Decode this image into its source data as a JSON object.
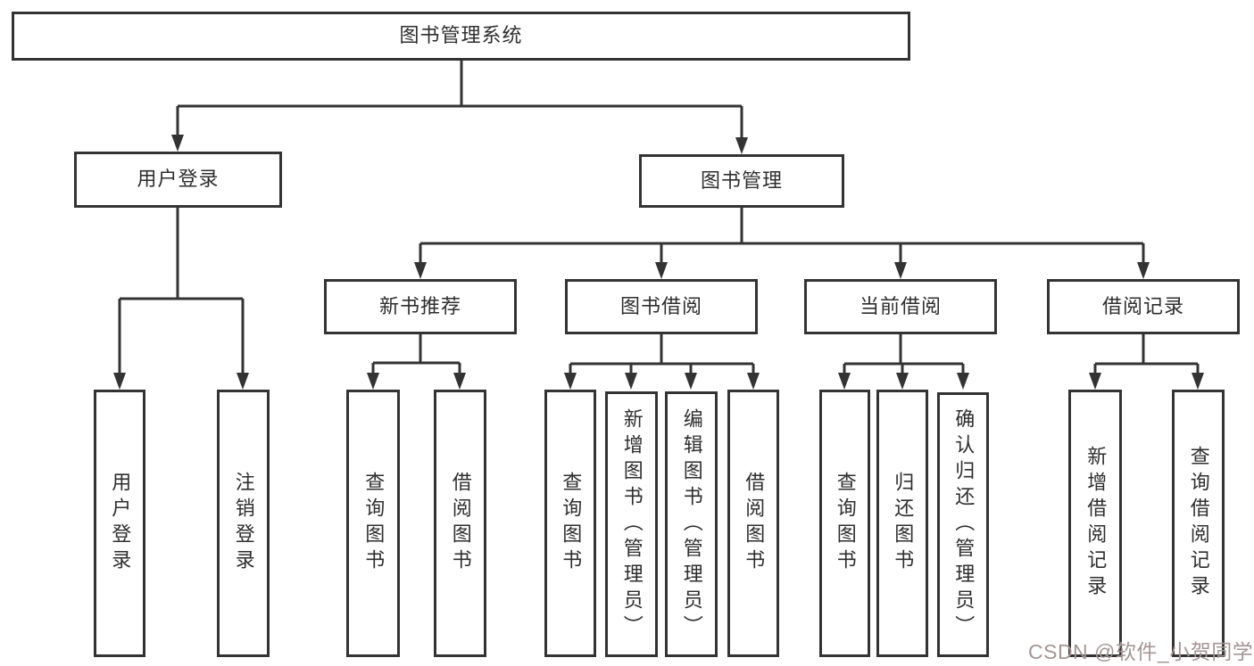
{
  "tree": {
    "root": {
      "label": "图书管理系统"
    },
    "branches": [
      {
        "label": "用户登录",
        "children": [
          {
            "label": "用户登录"
          },
          {
            "label": "注销登录"
          }
        ]
      },
      {
        "label": "图书管理",
        "children": [
          {
            "label": "新书推荐",
            "children": [
              {
                "label": "查询图书"
              },
              {
                "label": "借阅图书"
              }
            ]
          },
          {
            "label": "图书借阅",
            "children": [
              {
                "label": "查询图书"
              },
              {
                "label": "新增图书（管理员）"
              },
              {
                "label": "编辑图书（管理员）"
              },
              {
                "label": "借阅图书"
              }
            ]
          },
          {
            "label": "当前借阅",
            "children": [
              {
                "label": "查询图书"
              },
              {
                "label": "归还图书"
              },
              {
                "label": "确认归还（管理员）"
              }
            ]
          },
          {
            "label": "借阅记录",
            "children": [
              {
                "label": "新增借阅记录"
              },
              {
                "label": "查询借阅记录"
              }
            ]
          }
        ]
      }
    ]
  },
  "watermark": {
    "text": "CSDN @软件_小贺同学",
    "color": "#a59595"
  },
  "colors": {
    "line": "#333333",
    "box_border": "#333333",
    "text": "#2e2e2e",
    "background": "#ffffff"
  }
}
